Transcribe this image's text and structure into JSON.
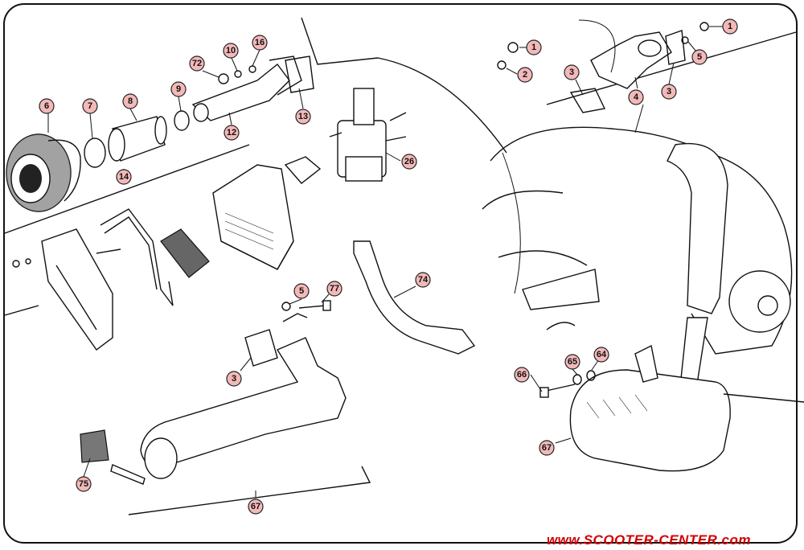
{
  "footer": {
    "website": "www.SCOOTER-CENTER.com"
  },
  "colors": {
    "callout_fill": "#f3b9b9",
    "callout_stroke": "#222222",
    "ink": "#111111",
    "watermark": "#d20000"
  },
  "callouts": [
    {
      "id": "c1a",
      "label": "1"
    },
    {
      "id": "c1b",
      "label": "1"
    },
    {
      "id": "c2",
      "label": "2"
    },
    {
      "id": "c3a",
      "label": "3"
    },
    {
      "id": "c3b",
      "label": "3"
    },
    {
      "id": "c3c",
      "label": "3"
    },
    {
      "id": "c4",
      "label": "4"
    },
    {
      "id": "c5a",
      "label": "5"
    },
    {
      "id": "c5b",
      "label": "5"
    },
    {
      "id": "c6",
      "label": "6"
    },
    {
      "id": "c7",
      "label": "7"
    },
    {
      "id": "c8",
      "label": "8"
    },
    {
      "id": "c9",
      "label": "9"
    },
    {
      "id": "c10",
      "label": "10"
    },
    {
      "id": "c12",
      "label": "12"
    },
    {
      "id": "c13",
      "label": "13"
    },
    {
      "id": "c14",
      "label": "14"
    },
    {
      "id": "c16",
      "label": "16"
    },
    {
      "id": "c26",
      "label": "26"
    },
    {
      "id": "c64",
      "label": "64"
    },
    {
      "id": "c65",
      "label": "65"
    },
    {
      "id": "c66",
      "label": "66"
    },
    {
      "id": "c67a",
      "label": "67"
    },
    {
      "id": "c67b",
      "label": "67"
    },
    {
      "id": "c72",
      "label": "72"
    },
    {
      "id": "c74",
      "label": "74"
    },
    {
      "id": "c75",
      "label": "75"
    },
    {
      "id": "c77",
      "label": "77"
    }
  ]
}
